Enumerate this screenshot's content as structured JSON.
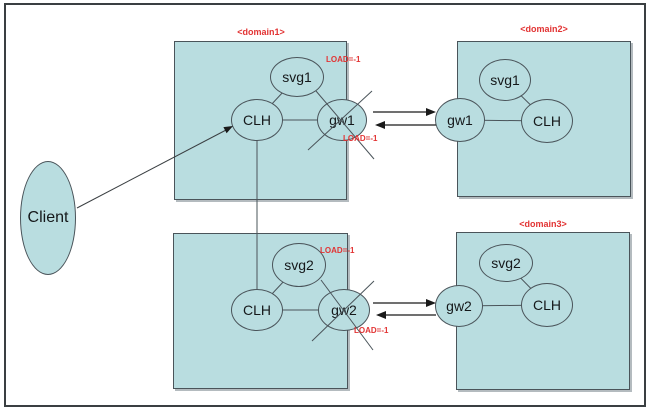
{
  "diagram": {
    "client": {
      "label": "Client"
    },
    "domains": [
      {
        "label": "<domain1>",
        "nodes": {
          "svg": "svg1",
          "clh": "CLH",
          "gw": "gw1"
        },
        "gw_crossed_out": true
      },
      {
        "label": "<domain2>",
        "nodes": {
          "svg": "svg1",
          "clh": "CLH",
          "gw": "gw1"
        },
        "gw_crossed_out": false
      },
      {
        "nodes": {
          "svg": "svg2",
          "clh": "CLH",
          "gw": "gw2"
        },
        "gw_crossed_out": true
      },
      {
        "label": "<domain3>",
        "nodes": {
          "svg": "svg2",
          "clh": "CLH",
          "gw": "gw2"
        },
        "gw_crossed_out": false
      }
    ],
    "load_annotations": [
      {
        "label": "LOAD=-1",
        "attached_to": "gw1-domain1-top"
      },
      {
        "label": "LOAD=-1",
        "attached_to": "gw1-domain1-bottom"
      },
      {
        "label": "LOAD=-1",
        "attached_to": "gw2-lower-left-top"
      },
      {
        "label": "LOAD=-1",
        "attached_to": "gw2-lower-left-bottom"
      }
    ],
    "connections": [
      "Client -> CLH (domain1)",
      "svg1 - CLH (domain1)",
      "CLH - gw1 (domain1)",
      "CLH (domain1) - CLH (lower-left box)",
      "gw1 (domain1) <-> gw1 (domain2)",
      "svg1 - CLH (domain2)",
      "gw1 - CLH (domain2)",
      "svg2 - CLH (lower-left box)",
      "CLH - gw2 (lower-left box)",
      "gw2 (lower-left box) <-> gw2 (domain3)",
      "svg2 - CLH (domain3)",
      "gw2 - CLH (domain3)"
    ],
    "colors": {
      "node_fill": "#b9dde0",
      "node_border": "#4a545a",
      "annotation_red": "#e23333",
      "arrow_black": "#1a1a1a"
    }
  }
}
